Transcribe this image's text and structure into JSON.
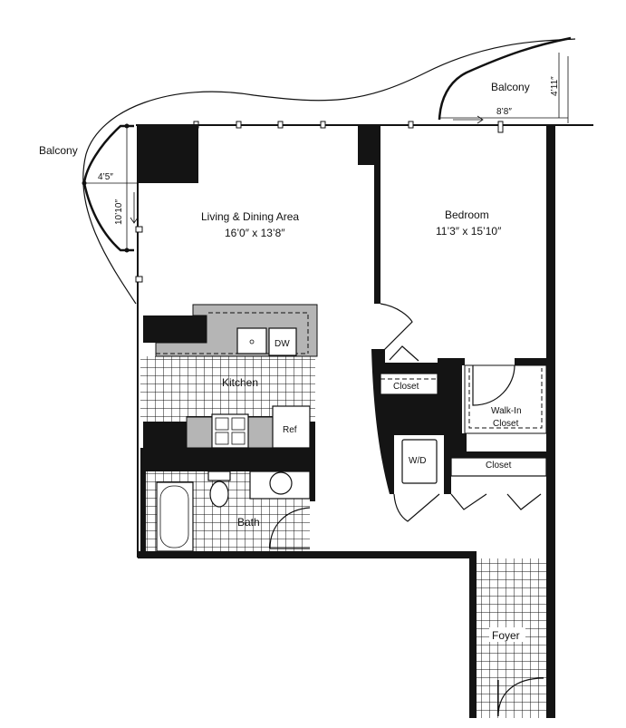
{
  "rooms": {
    "living": {
      "name": "Living & Dining Area",
      "size": "16’0″ x 13’8″"
    },
    "bedroom": {
      "name": "Bedroom",
      "size": "11’3″ x 15’10″"
    },
    "kitchen": {
      "name": "Kitchen"
    },
    "bath": {
      "name": "Bath"
    },
    "closet_1": {
      "name": "Closet"
    },
    "walkin": {
      "line1": "Walk-In",
      "line2": "Closet"
    },
    "wd": {
      "name": "W/D"
    },
    "closet_2": {
      "name": "Closet"
    },
    "foyer": {
      "name": "Foyer"
    }
  },
  "fixtures": {
    "dishwasher": "DW",
    "refrigerator": "Ref"
  },
  "balconies": {
    "left": {
      "name": "Balcony",
      "width": "4’5″",
      "length": "10’10″"
    },
    "right": {
      "name": "Balcony",
      "width": "8’8″",
      "depth": "4’11″"
    }
  },
  "colors": {
    "wall": "#141414",
    "counter": "#b5b5b5"
  }
}
